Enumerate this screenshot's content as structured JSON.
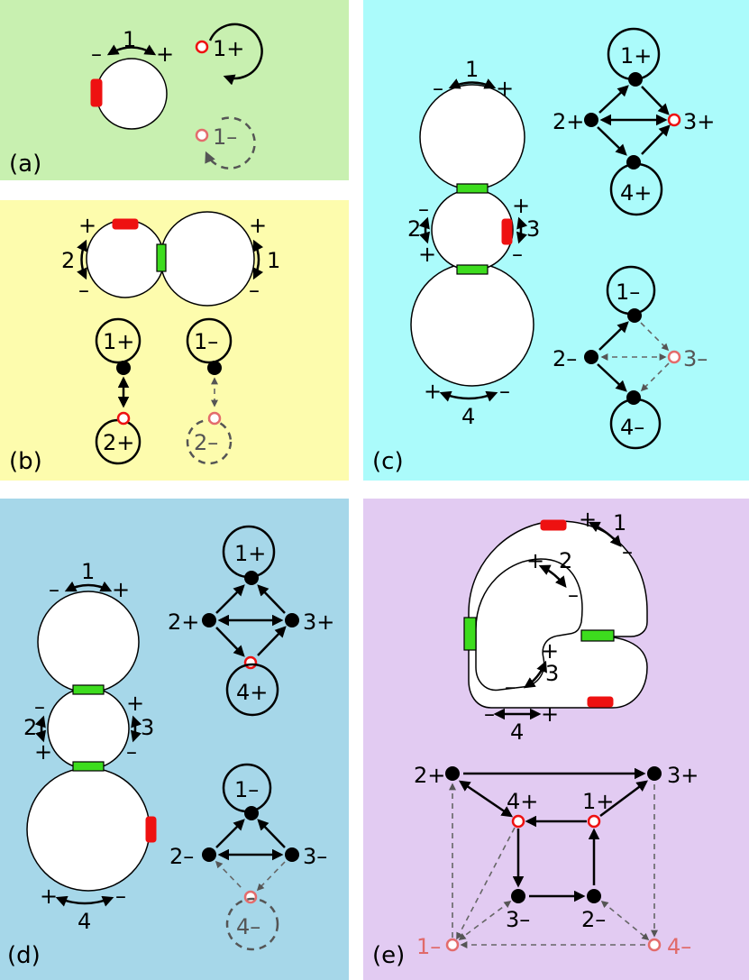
{
  "colors": {
    "panel_a": "#c8f0b0",
    "panel_b": "#fdfcad",
    "panel_c": "#abfbfb",
    "panel_d": "#a6d7e9",
    "panel_e": "#e2cbf2",
    "contact": "#3ddc1e",
    "boundary": "#ee1111"
  },
  "panels": {
    "a": {
      "tag": "(a)",
      "loop_label": "1",
      "minus": "–",
      "plus": "+",
      "node_pos": "1+",
      "node_neg": "1–"
    },
    "b": {
      "tag": "(b)",
      "loop_1": "1",
      "loop_2": "2",
      "l2_plus": "+",
      "l2_minus": "–",
      "l1_plus": "+",
      "l1_minus": "–",
      "nodes_pos": [
        "1+",
        "2+"
      ],
      "nodes_neg": [
        "1–",
        "2–"
      ]
    },
    "c": {
      "tag": "(c)",
      "loop_1": "1",
      "loop_2": "2",
      "loop_3": "3",
      "loop_4": "4",
      "l1_minus": "–",
      "l1_plus": "+",
      "l2_minus": "–",
      "l2_plus": "+",
      "l3_plus": "+",
      "l3_minus": "–",
      "l4_plus": "+",
      "l4_minus": "–",
      "nodes_pos": [
        "1+",
        "2+",
        "3+",
        "4+"
      ],
      "nodes_neg": [
        "1–",
        "2–",
        "3–",
        "4–"
      ]
    },
    "d": {
      "tag": "(d)",
      "loop_1": "1",
      "loop_2": "2",
      "loop_3": "3",
      "loop_4": "4",
      "l1_minus": "–",
      "l1_plus": "+",
      "l2_minus": "–",
      "l2_plus": "+",
      "l3_plus": "+",
      "l3_minus": "–",
      "l4_plus": "+",
      "l4_minus": "–",
      "nodes_pos": [
        "1+",
        "2+",
        "3+",
        "4+"
      ],
      "nodes_neg": [
        "1–",
        "2–",
        "3–",
        "4–"
      ]
    },
    "e": {
      "tag": "(e)",
      "loop_1": "1",
      "loop_2": "2",
      "loop_3": "3",
      "loop_4": "4",
      "l1_plus": "+",
      "l1_minus": "–",
      "l2_plus": "+",
      "l2_minus": "–",
      "l3_plus": "+",
      "l3_minus": "–",
      "l4_minus": "–",
      "l4_plus": "+",
      "nodes": [
        "2+",
        "3+",
        "4+",
        "1+",
        "3–",
        "2–",
        "1–",
        "4–"
      ]
    }
  }
}
